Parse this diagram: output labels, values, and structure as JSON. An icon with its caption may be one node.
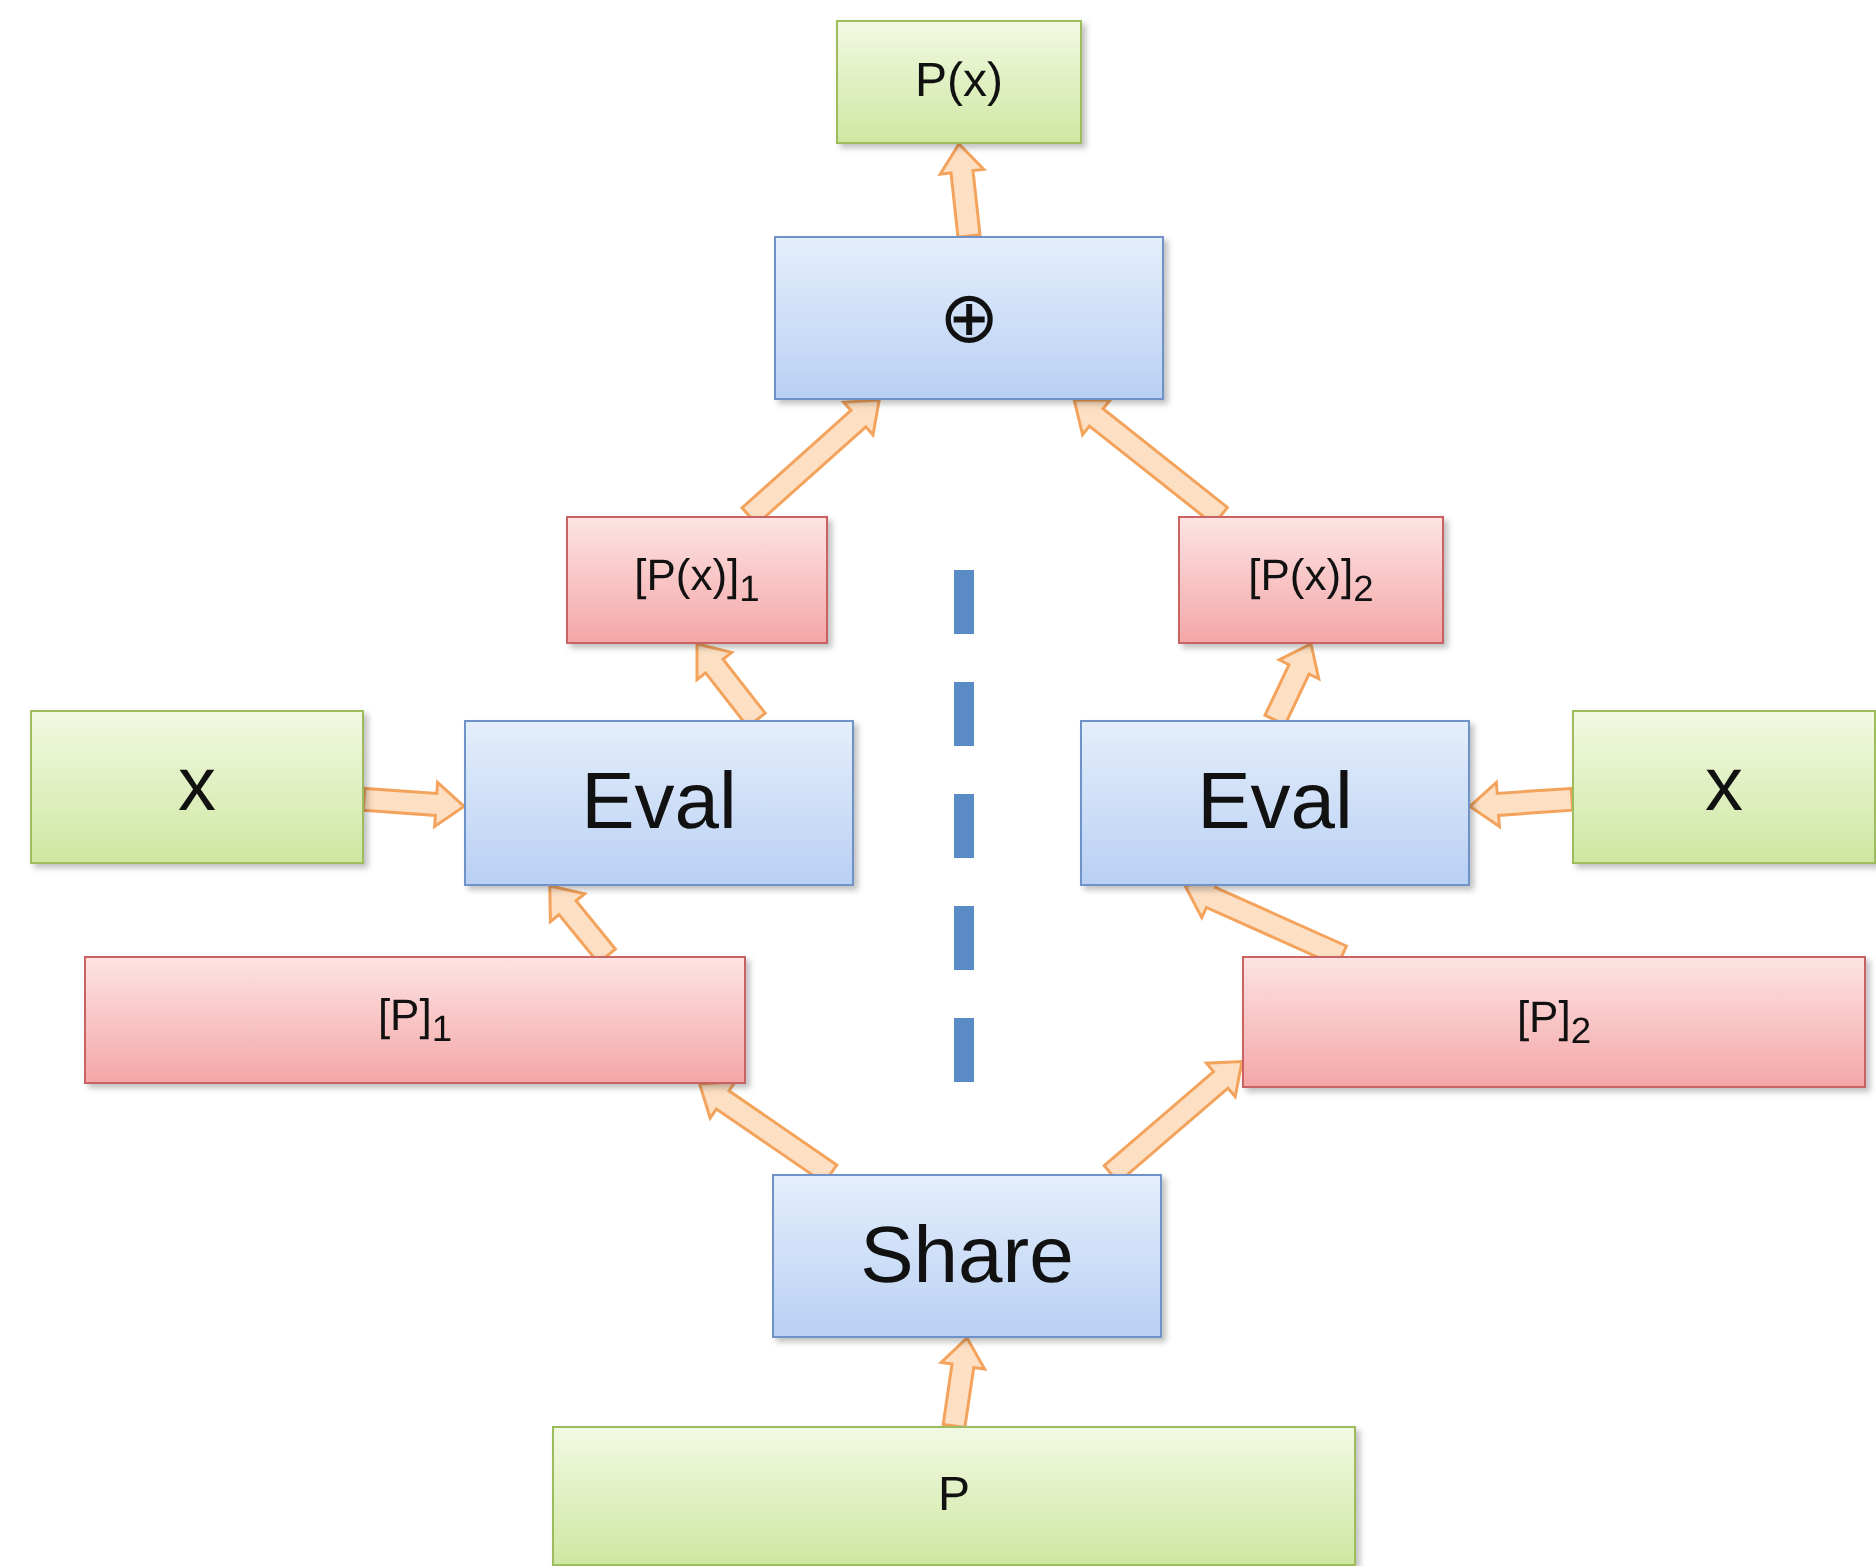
{
  "diagram": {
    "nodes": [
      {
        "text": [
          "P(x)"
        ]
      },
      {
        "text": [
          "⊕"
        ]
      },
      {
        "text": [
          "[P(x)]$_{1}$"
        ]
      },
      {
        "text": [
          "[P(x)]$_{2}$"
        ]
      },
      {
        "text": [
          "x"
        ]
      },
      {
        "text": [
          "Eval"
        ]
      },
      {
        "text": [
          "Eval"
        ]
      },
      {
        "text": [
          "x"
        ]
      },
      {
        "text": [
          "[P]$_{1}$"
        ]
      },
      {
        "text": [
          "[P]$_{2}$"
        ]
      },
      {
        "text": [
          "Share"
        ]
      },
      {
        "text": [
          "P"
        ]
      }
    ],
    "edges": [
      {
        "from": 1,
        "to": 0,
        "arrow": "to"
      },
      {
        "from": 2,
        "to": 1,
        "arrow": "to"
      },
      {
        "from": 3,
        "to": 1,
        "arrow": "to"
      },
      {
        "from": 5,
        "to": 2,
        "arrow": "to"
      },
      {
        "from": 6,
        "to": 3,
        "arrow": "to"
      },
      {
        "from": 4,
        "to": 5,
        "arrow": "to"
      },
      {
        "from": 7,
        "to": 6,
        "arrow": "to"
      },
      {
        "from": 8,
        "to": 5,
        "arrow": "to"
      },
      {
        "from": 9,
        "to": 6,
        "arrow": "to"
      },
      {
        "from": 10,
        "to": 8,
        "arrow": "to"
      },
      {
        "from": 10,
        "to": 9,
        "arrow": "to"
      },
      {
        "from": 11,
        "to": 10,
        "arrow": "to"
      }
    ]
  }
}
